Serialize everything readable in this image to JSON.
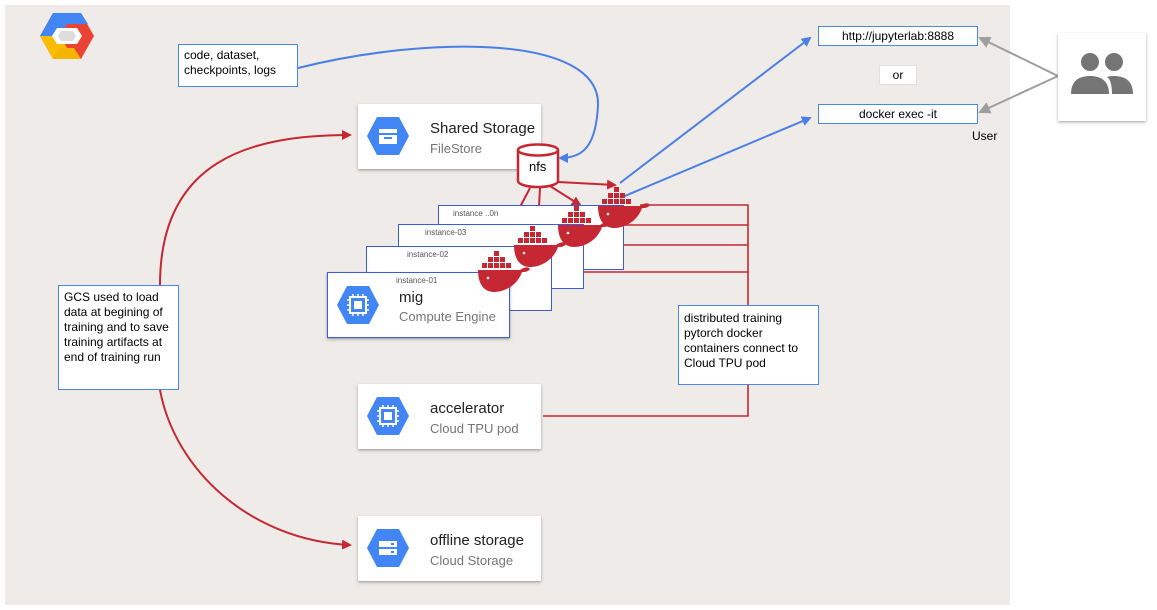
{
  "colors": {
    "background": "#efebe9",
    "google_blue": "#4285f4",
    "arrow_red": "#c62833",
    "arrow_blue": "#4a7fe5",
    "arrow_gray": "#9e9e9e",
    "docker_red": "#c62833"
  },
  "note_top": "code, dataset, checkpoints, logs",
  "shared_storage": {
    "title": "Shared Storage",
    "subtitle": "FileStore",
    "icon": "filestore-icon"
  },
  "nfs_label": "nfs",
  "instances": [
    "instance ..0n",
    "instance-03",
    "instance-02",
    "instance-01"
  ],
  "mig": {
    "title": "mig",
    "subtitle": "Compute Engine",
    "icon": "compute-engine-icon"
  },
  "accelerator": {
    "title": "accelerator",
    "subtitle": "Cloud TPU pod",
    "icon": "cloud-tpu-icon"
  },
  "offline_storage": {
    "title": "offline storage",
    "subtitle": "Cloud Storage",
    "icon": "cloud-storage-icon"
  },
  "gcs_note": "GCS used to load data at begining of training and to save training artifacts at end of training run",
  "dist_note": "distributed training pytorch docker containers  connect to Cloud TPU pod",
  "jupyter": "http://jupyterlab:8888",
  "or_label": "or",
  "docker_exec": "docker exec -it",
  "user_label": "User"
}
